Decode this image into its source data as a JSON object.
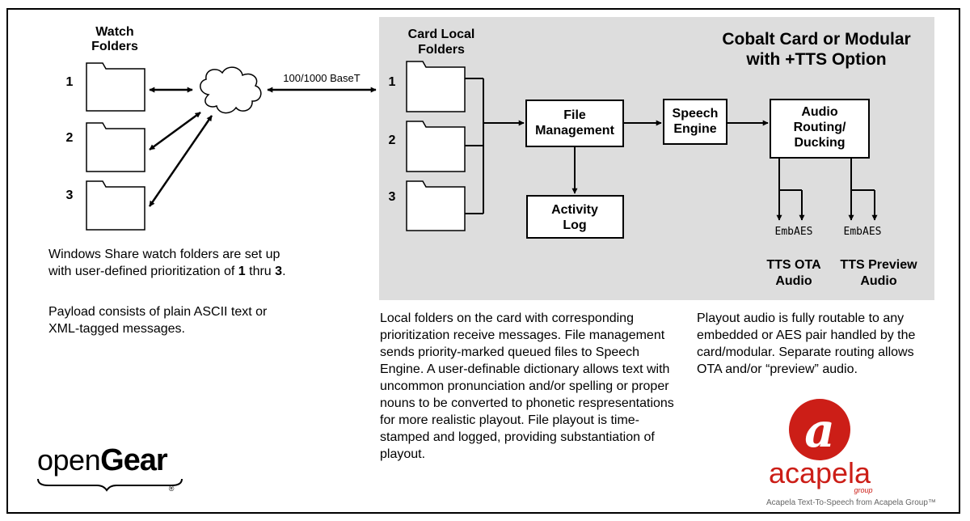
{
  "colors": {
    "panel": "#dddddd",
    "stroke": "#000000",
    "acapela_red": "#cc1e17",
    "tagline": "#666666"
  },
  "watch": {
    "title_line1": "Watch",
    "title_line2": "Folders",
    "folders": [
      "1",
      "2",
      "3"
    ]
  },
  "network": {
    "label": "100/1000 BaseT",
    "cloud_icon": "cloud-icon"
  },
  "card": {
    "panel_title_line1": "Cobalt Card or Modular",
    "panel_title_line2": "with +TTS Option",
    "local_title_line1": "Card Local",
    "local_title_line2": "Folders",
    "folders": [
      "1",
      "2",
      "3"
    ],
    "file_management": [
      "File",
      "Management"
    ],
    "speech_engine": [
      "Speech",
      "Engine"
    ],
    "audio_routing": [
      "Audio",
      "Routing/",
      "Ducking"
    ],
    "activity_log": [
      "Activity",
      "Log"
    ],
    "ota_outputs": "EmbAES",
    "preview_outputs": "EmbAES",
    "ota_label": [
      "TTS OTA",
      "Audio"
    ],
    "preview_label": [
      "TTS Preview",
      "Audio"
    ]
  },
  "text": {
    "watch_p1_a": "Windows Share watch folders are set up with user-defined prioritization of ",
    "watch_p1_b1": "1",
    "watch_p1_mid": " thru ",
    "watch_p1_b2": "3",
    "watch_p1_end": ".",
    "watch_p2": "Payload consists of plain ASCII text or XML-tagged messages.",
    "local_desc": "Local folders on the card with corresponding prioritization receive messages. File management sends priority-marked queued files to Speech Engine. A user-definable dictionary allows text with uncommon pronunciation and/or spelling or proper nouns to be converted to phonetic respresentations for more realistic playout. File playout is time-stamped and logged, providing substantiation of playout.",
    "playout_desc": "Playout audio is fully routable to any embedded or AES pair handled by the card/modular. Separate routing allows OTA and/or “preview” audio."
  },
  "logos": {
    "opengear_light": "open",
    "opengear_bold": "Gear",
    "opengear_reg": "®",
    "acapela_letter": "a",
    "acapela_name": "acapela",
    "acapela_group": "group",
    "acapela_tagline": "Acapela Text-To-Speech from Acapela Group™"
  }
}
